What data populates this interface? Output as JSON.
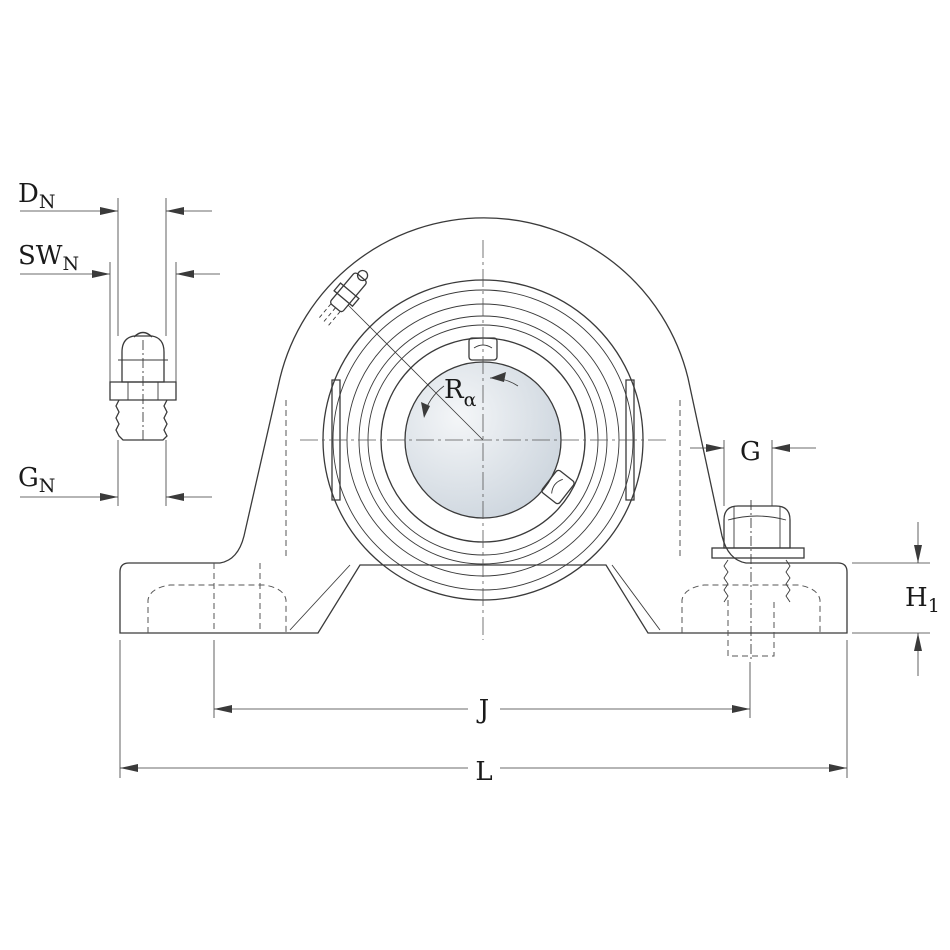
{
  "labels": {
    "dn": {
      "main": "D",
      "sub": "N"
    },
    "swn": {
      "main": "SW",
      "sub": "N"
    },
    "gn": {
      "main": "G",
      "sub": "N"
    },
    "ralpha": {
      "main": "R",
      "sub": "α"
    },
    "g": {
      "main": "G"
    },
    "h1": {
      "main": "H",
      "sub": "1"
    },
    "j": {
      "main": "J"
    },
    "l": {
      "main": "L"
    }
  },
  "colors": {
    "line": "#3a3a3a",
    "shaft_light": "#f4f6f8",
    "shaft_dark": "#c9d2db"
  }
}
